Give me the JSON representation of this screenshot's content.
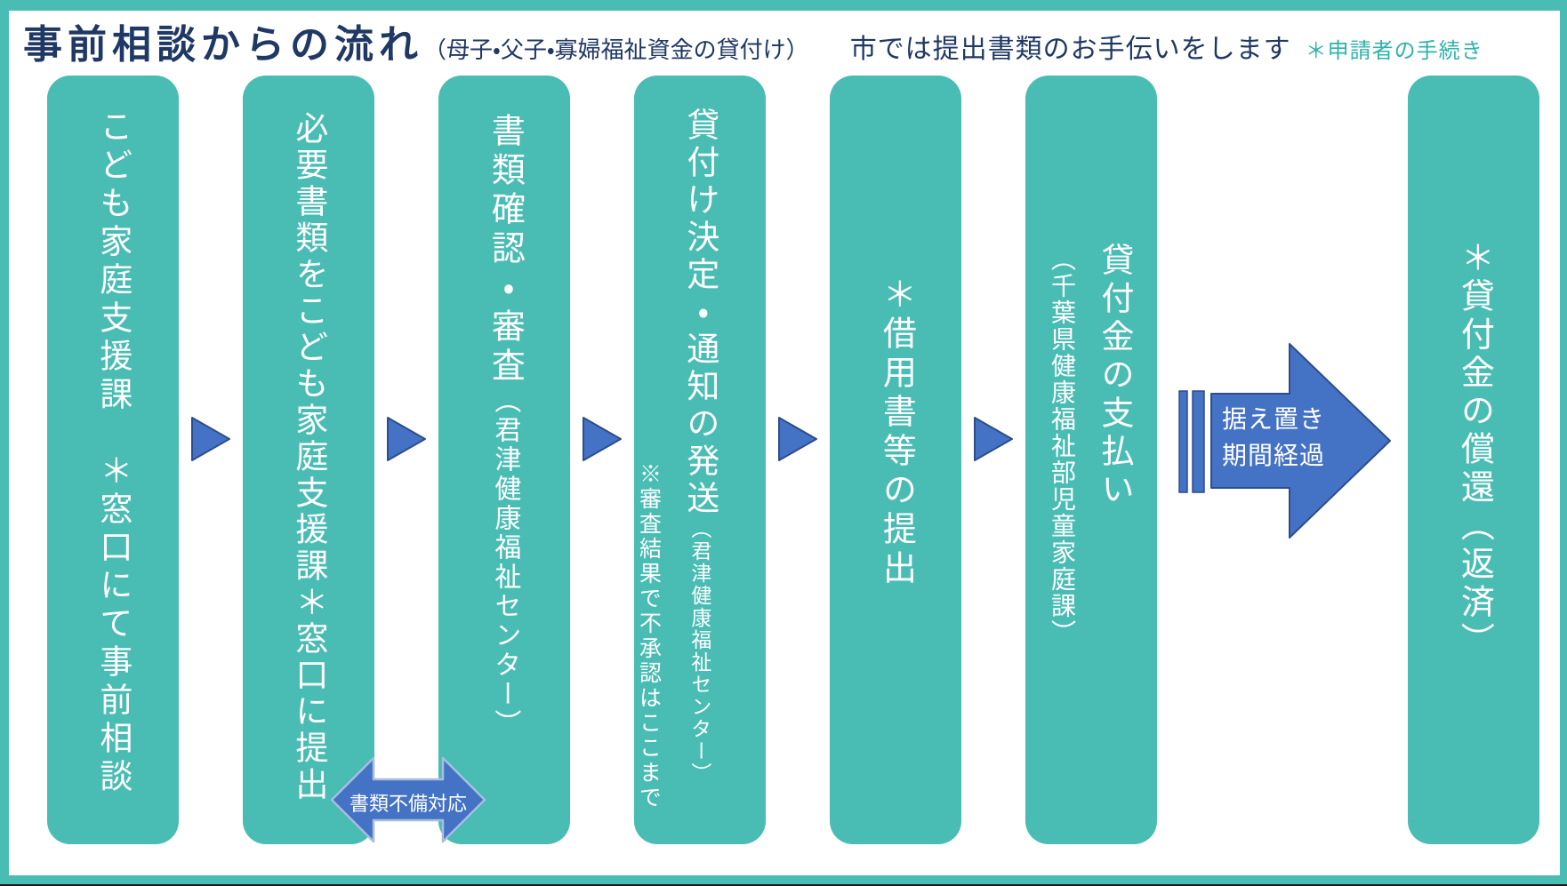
{
  "title": {
    "main": "事前相談からの流れ",
    "subtitle": "（母子・父子・寡婦福祉資金の貸付け）",
    "note": "市では提出書類のお手伝いをします",
    "legend": "＊申請者の手続き"
  },
  "columns": [
    {
      "text": "こども家庭支援課　＊窓口にて事前相談"
    },
    {
      "text": "必要書類をこども家庭支援課＊窓口に提出"
    },
    {
      "text": "書類確認・審査",
      "sub": "（君津健康福祉センター）"
    },
    {
      "text": "貸付け決定・通知の発送",
      "sub": "（君津健康福祉センター）",
      "side_note": "※審査結果で不承認はここまで"
    },
    {
      "text": "＊借用書等の提出"
    },
    {
      "text": "貸付金の支払い",
      "sub": "（千葉県健康福祉部児童家庭課）"
    },
    {
      "text": "＊貸付金の償還（返済）"
    }
  ],
  "connectors": {
    "feedback_label": "書類不備対応",
    "grace_line1": "据え置き",
    "grace_line2": "期間経過"
  },
  "colors": {
    "teal": "#49BCB4",
    "navy": "#1F3864",
    "arrow_blue": "#4472C4",
    "arrow_border": "#2C4D8C",
    "legend_teal": "#2FB3A9"
  }
}
